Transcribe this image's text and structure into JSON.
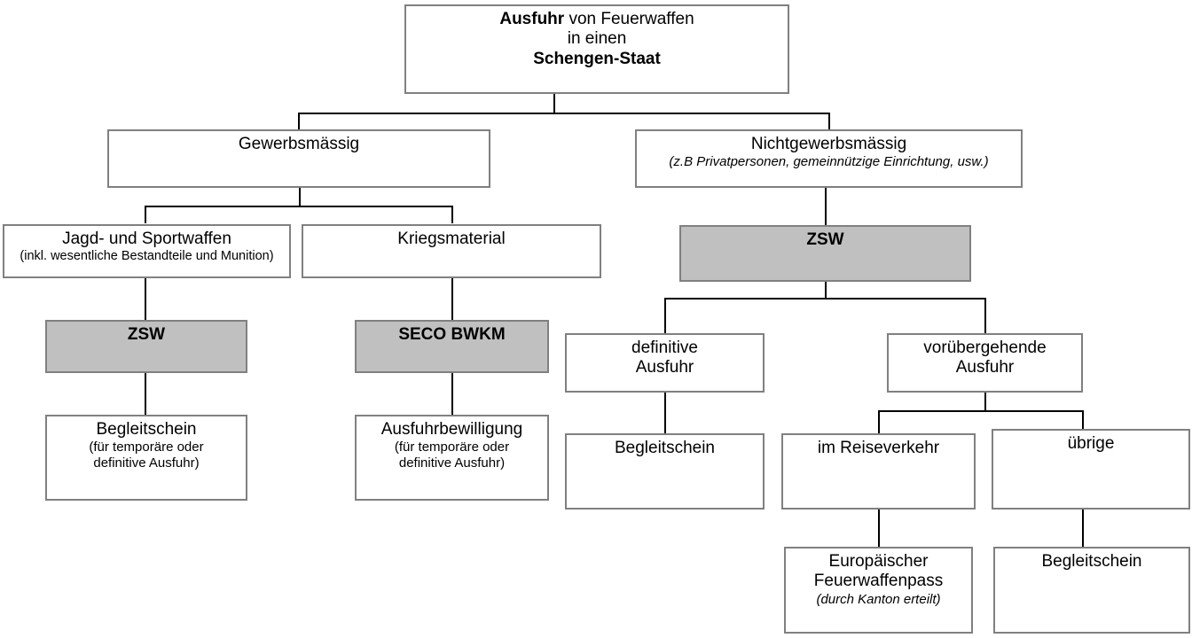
{
  "diagram": {
    "type": "flowchart",
    "theme": {
      "box_border": "#808080",
      "box_fill": "#ffffff",
      "highlight_fill": "#c0c0c0",
      "connector": "#000000",
      "text": "#000000"
    },
    "nodes": {
      "root": {
        "title_bold_1": "Ausfuhr",
        "title_regular_1": " von Feuerwaffen",
        "line2": "in einen",
        "line3": "Schengen-Staat"
      },
      "gewerbsmaessig": {
        "title": "Gewerbsmässig"
      },
      "nichtgewerbsmaessig": {
        "title": "Nichtgewerbsmässig",
        "sub": "(z.B Privatpersonen, gemeinnützige Einrichtung, usw.)"
      },
      "jagd_sportwaffen": {
        "title": "Jagd- und Sportwaffen",
        "sub": "(inkl. wesentliche Bestandteile und Munition)"
      },
      "kriegsmaterial": {
        "title": "Kriegsmaterial"
      },
      "zsw_nichtgewerb": {
        "title": "ZSW"
      },
      "zsw_jagd": {
        "title": "ZSW"
      },
      "seco_bwkm": {
        "title": "SECO BWKM"
      },
      "begleitschein_jagd": {
        "title": "Begleitschein",
        "sub_line1": "(für temporäre oder",
        "sub_line2": "definitive Ausfuhr)"
      },
      "ausfuhrbewilligung": {
        "title": "Ausfuhrbewilligung",
        "sub_line1": "(für temporäre oder",
        "sub_line2": "definitive Ausfuhr)"
      },
      "definitive_ausfuhr": {
        "line1": "definitive",
        "line2": "Ausfuhr"
      },
      "voruebergehende_ausfuhr": {
        "line1": "vorübergehende",
        "line2": "Ausfuhr"
      },
      "begleitschein_definitive": {
        "title": "Begleitschein"
      },
      "im_reiseverkehr": {
        "title": "im Reiseverkehr"
      },
      "uebrige": {
        "title": "übrige"
      },
      "europaeischer_feuerwaffenpass": {
        "line1": "Europäischer",
        "line2": "Feuerwaffenpass",
        "sub": "(durch Kanton erteilt)"
      },
      "begleitschein_uebrige": {
        "title": "Begleitschein"
      }
    }
  }
}
